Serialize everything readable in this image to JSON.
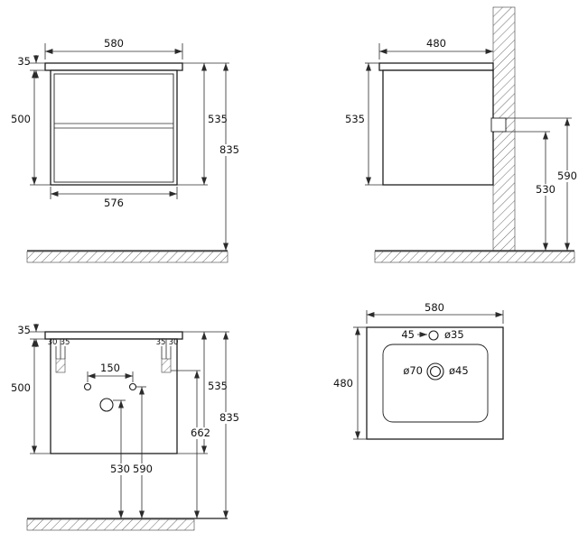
{
  "palette": {
    "line": "#1e1e1e",
    "background": "#ffffff"
  },
  "front_view": {
    "width": "580",
    "top_thickness": "35",
    "body_height": "500",
    "height_with_top": "535",
    "total_height": "835",
    "inner_width": "576"
  },
  "side_view": {
    "depth": "480",
    "height_with_top": "535",
    "upper_mount_height": "590",
    "lower_mount_height": "530"
  },
  "mounting_view": {
    "top_thickness": "35",
    "left_offset": "30",
    "left_bracket_width": "35",
    "right_bracket_width": "35",
    "right_offset": "30",
    "hole_spacing": "150",
    "body_height": "500",
    "height_with_top": "535",
    "drain_height": "662",
    "total_height": "835",
    "mount_height_530": "530",
    "mount_height_590": "590"
  },
  "basin_view": {
    "width": "580",
    "depth": "480",
    "tap_offset": "45",
    "tap_hole": "ø35",
    "overflow": "ø70",
    "drain": "ø45"
  }
}
